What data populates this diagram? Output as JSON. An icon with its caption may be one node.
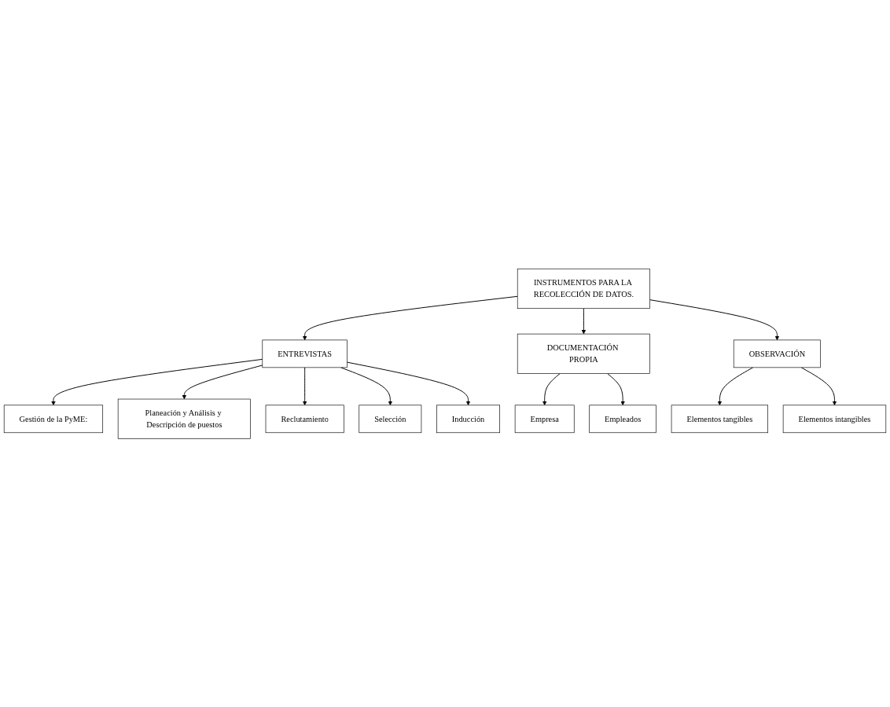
{
  "diagram": {
    "nodes": [
      {
        "text": [
          "INSTRUMENTOS PARA LA RECOLECCIÓN DE DATOS."
        ]
      },
      {
        "text": [
          "ENTREVISTAS"
        ]
      },
      {
        "text": [
          "DOCUMENTACIÓN PROPIA"
        ]
      },
      {
        "text": [
          "OBSERVACIÓN"
        ]
      },
      {
        "text": [
          "Gestión de la PyME:"
        ]
      },
      {
        "text": [
          "Planeación y Análisis y Descripción de puestos"
        ]
      },
      {
        "text": [
          "Reclutamiento"
        ]
      },
      {
        "text": [
          "Selección"
        ]
      },
      {
        "text": [
          "Inducción"
        ]
      },
      {
        "text": [
          "Empresa"
        ]
      },
      {
        "text": [
          "Empleados"
        ]
      },
      {
        "text": [
          "Elementos tangibles"
        ]
      },
      {
        "text": [
          "Elementos intangibles"
        ]
      }
    ],
    "edges": [
      {
        "from": 0,
        "to": 1,
        "arrow": "to"
      },
      {
        "from": 0,
        "to": 2,
        "arrow": "to"
      },
      {
        "from": 0,
        "to": 3,
        "arrow": "to"
      },
      {
        "from": 1,
        "to": 4,
        "arrow": "to"
      },
      {
        "from": 1,
        "to": 5,
        "arrow": "to"
      },
      {
        "from": 1,
        "to": 6,
        "arrow": "to"
      },
      {
        "from": 1,
        "to": 7,
        "arrow": "to"
      },
      {
        "from": 1,
        "to": 8,
        "arrow": "to"
      },
      {
        "from": 2,
        "to": 9,
        "arrow": "to"
      },
      {
        "from": 2,
        "to": 10,
        "arrow": "to"
      },
      {
        "from": 3,
        "to": 11,
        "arrow": "to"
      },
      {
        "from": 3,
        "to": 12,
        "arrow": "to"
      }
    ]
  }
}
